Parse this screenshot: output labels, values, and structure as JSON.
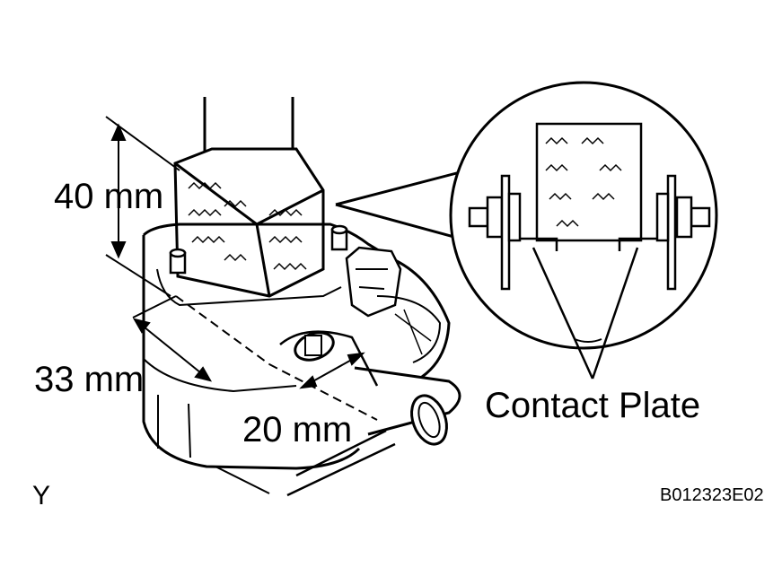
{
  "labels": {
    "dim_40": "40 mm",
    "dim_33": "33 mm",
    "dim_20": "20 mm",
    "callout": "Contact Plate",
    "corner": "Y",
    "figure_id": "B012323E02"
  },
  "colors": {
    "ink": "#000000",
    "paper": "#ffffff"
  }
}
